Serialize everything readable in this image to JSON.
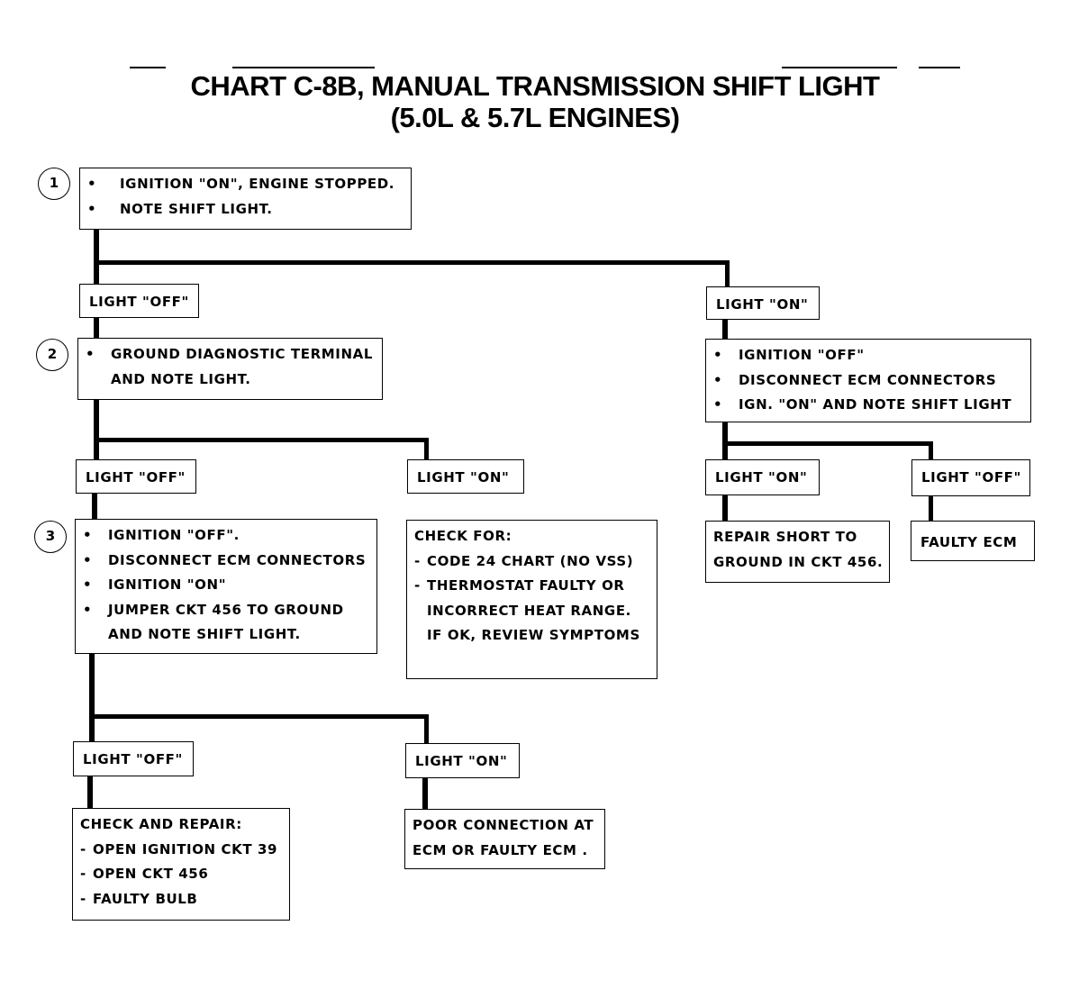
{
  "title": {
    "line1": "CHART C-8B, MANUAL TRANSMISSION SHIFT LIGHT",
    "line2": "(5.0L & 5.7L ENGINES)"
  },
  "steps": {
    "s1": "1",
    "s2": "2",
    "s3": "3"
  },
  "bullet_glyph": "•",
  "dash_glyph": "-",
  "boxes": {
    "step1": [
      "IGNITION \"ON\", ENGINE STOPPED.",
      "NOTE SHIFT LIGHT."
    ],
    "l1_off": "LIGHT \"OFF\"",
    "l1_on": "LIGHT \"ON\"",
    "step2": [
      "GROUND DIAGNOSTIC TERMINAL",
      "AND NOTE LIGHT."
    ],
    "right_check": [
      "IGNITION \"OFF\"",
      "DISCONNECT ECM  CONNECTORS",
      "IGN. \"ON\" AND NOTE SHIFT LIGHT"
    ],
    "l2_off": "LIGHT \"OFF\"",
    "l2_on": "LIGHT \"ON\"",
    "r_on": "LIGHT \"ON\"",
    "r_off": "LIGHT \"OFF\"",
    "step3": [
      "IGNITION \"OFF\".",
      "DISCONNECT ECM CONNECTORS",
      "IGNITION \"ON\"",
      "JUMPER CKT 456 TO GROUND",
      "AND NOTE SHIFT LIGHT."
    ],
    "check_for": {
      "heading": "CHECK FOR:",
      "items": [
        "CODE 24 CHART  (NO VSS)",
        "THERMOSTAT FAULTY OR"
      ],
      "cont1": "INCORRECT HEAT RANGE.",
      "cont2": "IF OK, REVIEW SYMPTOMS"
    },
    "repair_short": [
      "REPAIR SHORT TO",
      "GROUND IN CKT 456."
    ],
    "faulty_ecm": "FAULTY ECM",
    "l3_off": "LIGHT \"OFF\"",
    "l3_on": "LIGHT \"ON\"",
    "check_repair": {
      "heading": "CHECK AND REPAIR:",
      "items": [
        "OPEN IGNITION CKT 39",
        "OPEN CKT 456",
        "FAULTY BULB"
      ]
    },
    "poor_conn": [
      "POOR CONNECTION AT",
      "ECM OR FAULTY ECM ."
    ]
  }
}
